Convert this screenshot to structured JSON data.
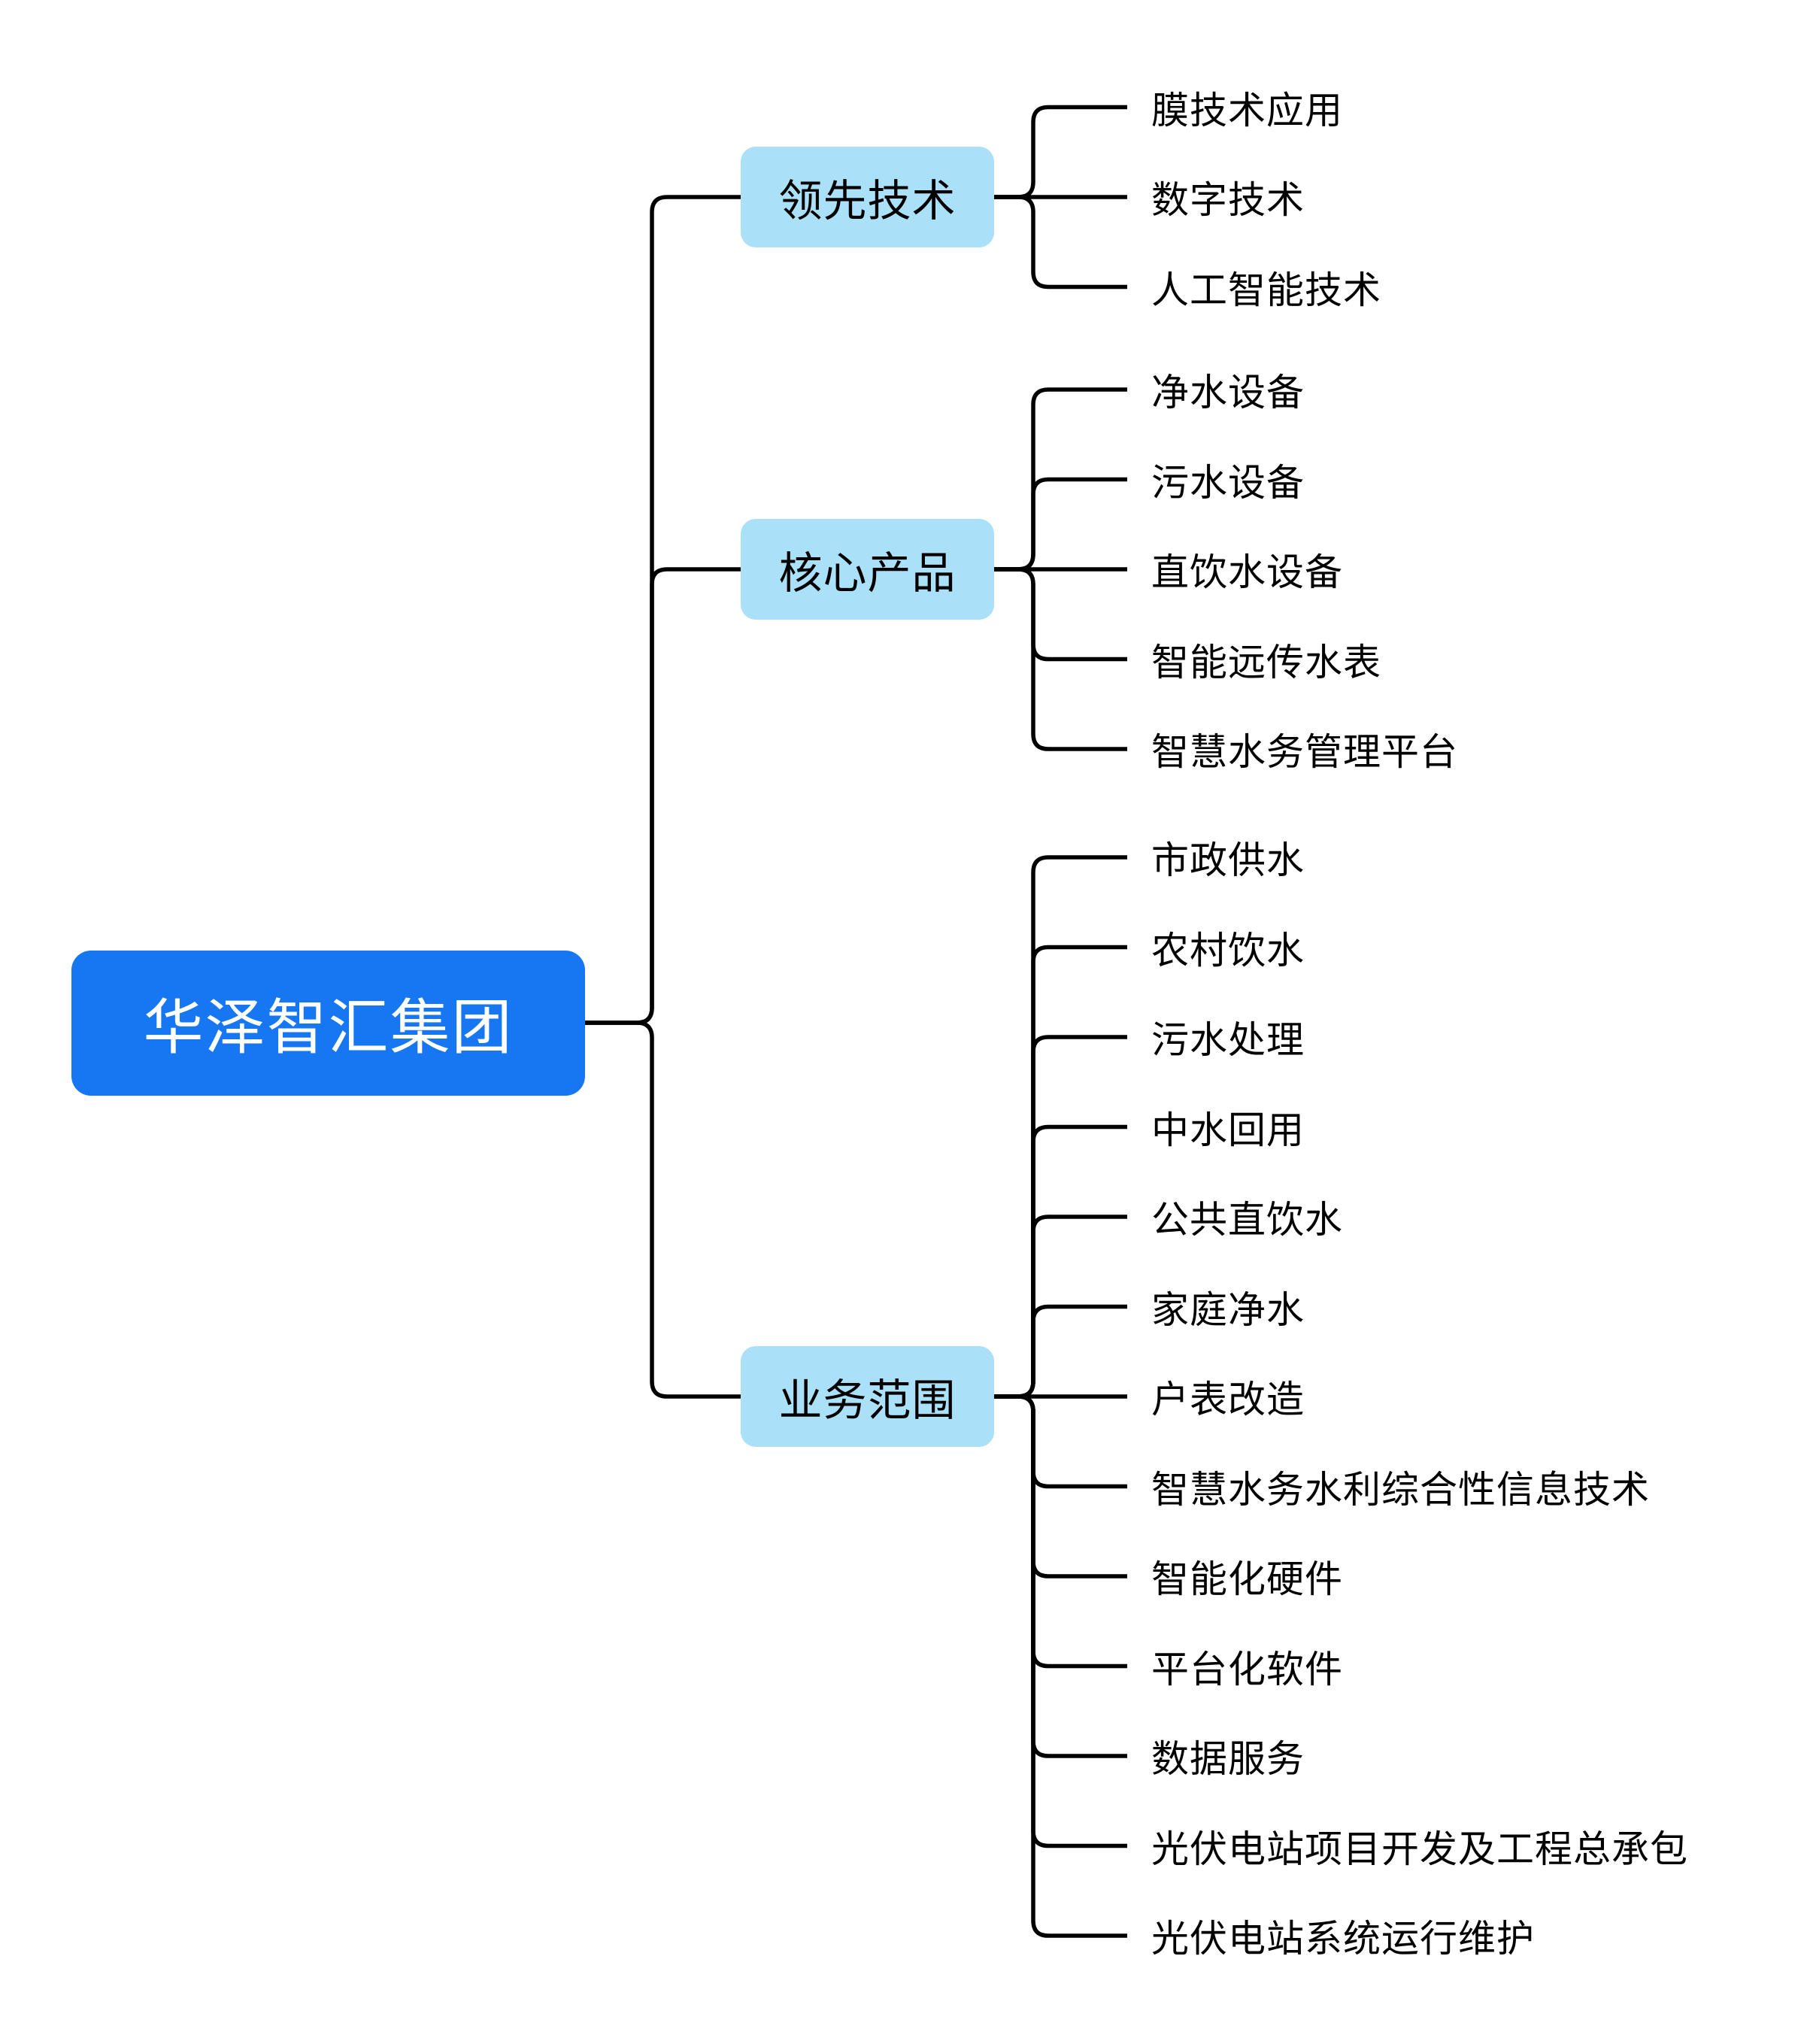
{
  "page": {
    "background": "#ffffff",
    "line_color": "#000000"
  },
  "mindmap": {
    "root": {
      "label": "华泽智汇集团",
      "bg_color": "#1777F2",
      "text_color": "#ffffff"
    },
    "branch_style": {
      "bg_color": "#ABE0F9",
      "text_color": "#000000"
    },
    "leaf_style": {
      "text_color": "#000000"
    },
    "branches": [
      {
        "label": "领先技术",
        "children": [
          "膜技术应用",
          "数字技术",
          "人工智能技术"
        ]
      },
      {
        "label": "核心产品",
        "children": [
          "净水设备",
          "污水设备",
          "直饮水设备",
          "智能远传水表",
          "智慧水务管理平台"
        ]
      },
      {
        "label": "业务范围",
        "children": [
          "市政供水",
          "农村饮水",
          "污水处理",
          "中水回用",
          "公共直饮水",
          "家庭净水",
          "户表改造",
          "智慧水务水利综合性信息技术",
          "智能化硬件",
          "平台化软件",
          "数据服务",
          "光伏电站项目开发及工程总承包",
          "光伏电站系统运行维护"
        ]
      }
    ]
  }
}
